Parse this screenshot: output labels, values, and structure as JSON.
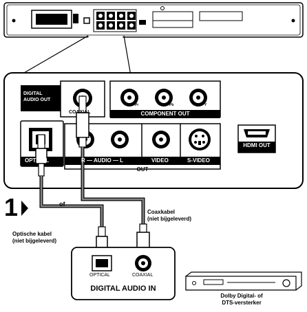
{
  "panel": {
    "digital_audio_out_line1": "DIGITAL",
    "digital_audio_out_line2": "AUDIO OUT",
    "coaxial": "COAXIAL",
    "optical": "OPTICAL",
    "component_out": "COMPONENT OUT",
    "audio_label": "AUDIO",
    "audio_left_mark": "L",
    "audio_right_mark": "R",
    "video": "VIDEO",
    "s_video": "S-VIDEO",
    "out": "OUT",
    "hdmi_out": "HDMI OUT",
    "pr_mark": "Pr",
    "pb_mark": "Pb",
    "y_mark": "Y"
  },
  "step": {
    "number": "1"
  },
  "labels": {
    "of": "of",
    "optical_cable_line1": "Optische kabel",
    "optical_cable_line2": "(niet bijgeleverd)",
    "coax_cable_line1": "Coaxkabel",
    "coax_cable_line2": "(niet bijgeleverd)"
  },
  "receiver_panel": {
    "optical": "OPTICAL",
    "coaxial": "COAXIAL",
    "digital_audio_in": "DIGITAL AUDIO IN"
  },
  "amplifier": {
    "line1": "Dolby Digital- of",
    "line2": "DTS-versterker"
  }
}
